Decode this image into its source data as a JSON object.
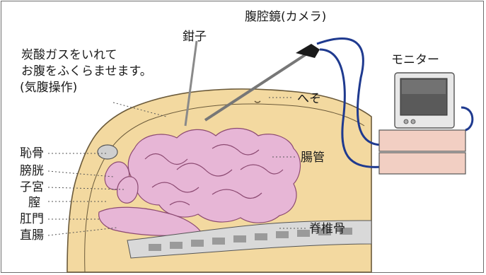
{
  "caption": {
    "line1": "炭酸ガスをいれて",
    "line2": "お腹をふくらませます。",
    "line3": "(気腹操作)"
  },
  "labels": {
    "forceps": "鉗子",
    "laparoscope": "腹腔鏡(カメラ)",
    "monitor": "モニター",
    "navel": "へそ",
    "intestine": "腸管",
    "spine": "脊椎骨",
    "pubic_bone": "恥骨",
    "bladder": "膀胱",
    "uterus": "子宮",
    "vagina": "膣",
    "anus": "肛門",
    "rectum": "直腸"
  },
  "colors": {
    "skin": "#f3d9a0",
    "skin_outline": "#6b5a3a",
    "intestine": "#e7b6d6",
    "intestine_outline": "#8c4a72",
    "spine": "#c9c9c9",
    "cable": "#1f3a8f",
    "monitor_base": "#f2cfc3",
    "screen": "#5a5a5a"
  }
}
